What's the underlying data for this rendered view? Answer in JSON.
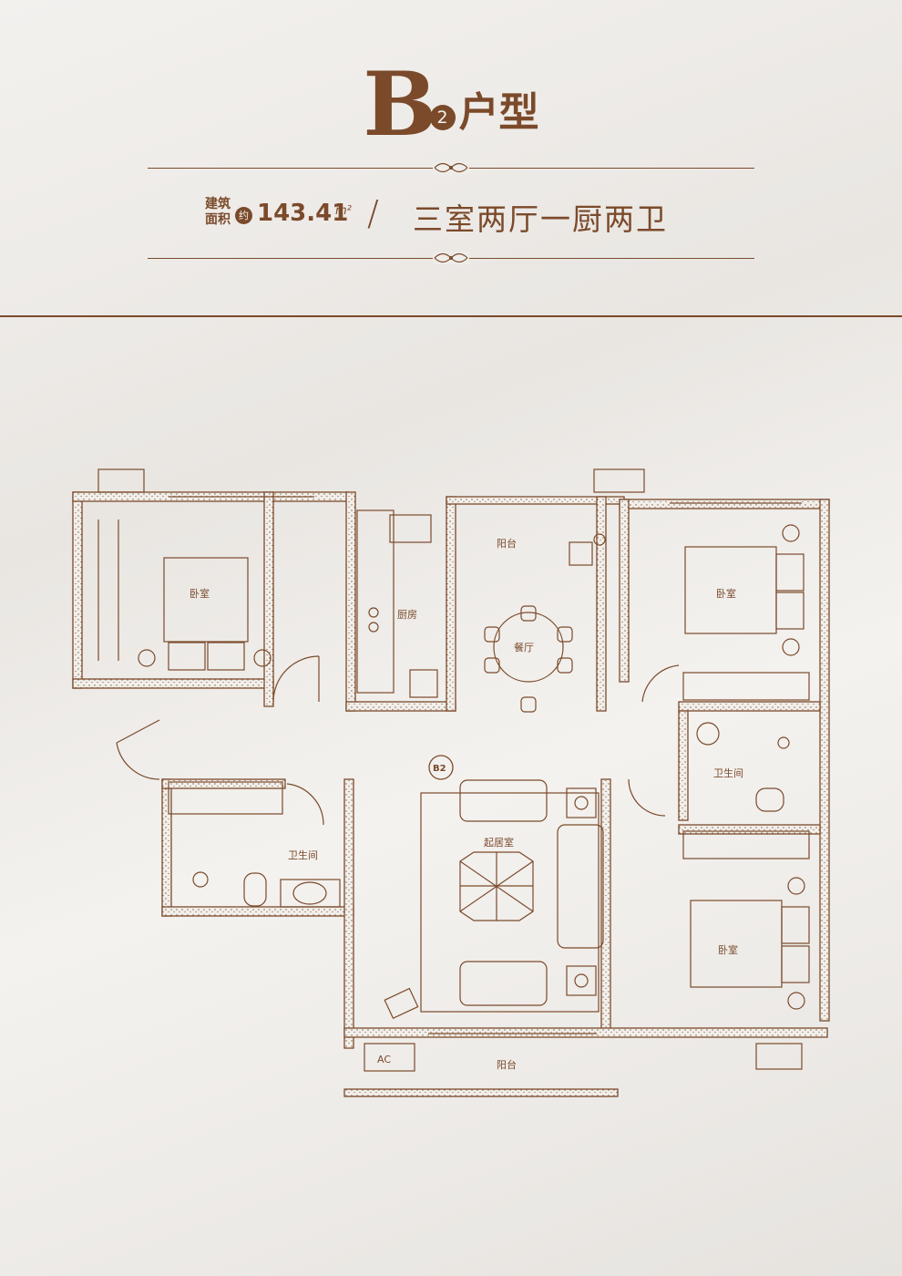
{
  "header": {
    "letter": "B",
    "number": "2",
    "suffix": "户型"
  },
  "summary": {
    "area_label": "建筑面积",
    "approx": "约",
    "area_value": "143.41",
    "area_unit": "m²",
    "slash": "/",
    "layout": "三室两厅一厨两卫"
  },
  "plan": {
    "tag": "B2",
    "ac": "AC",
    "rooms": {
      "bedroom_nw": "卧室",
      "kitchen": "厨房",
      "balcony_n": "阳台",
      "dining": "餐厅",
      "bedroom_ne": "卧室",
      "bath_e": "卫生间",
      "bath_w": "卫生间",
      "living": "起居室",
      "bedroom_se": "卧室",
      "balcony_s": "阳台"
    }
  },
  "colors": {
    "primary": "#7b4a2b",
    "background": "#efede9"
  }
}
